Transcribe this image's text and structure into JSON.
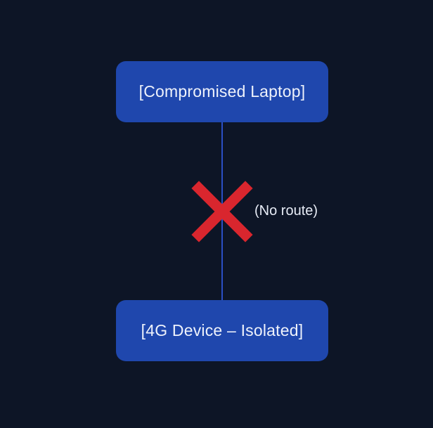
{
  "diagram": {
    "nodes": [
      {
        "id": "compromised-laptop",
        "label": "[Compromised Laptop]"
      },
      {
        "id": "4g-device",
        "label": "[4G Device – Isolated]"
      }
    ],
    "edge": {
      "from": "compromised-laptop",
      "to": "4g-device",
      "status": "blocked",
      "label": "(No route)"
    },
    "colors": {
      "background": "#0d1526",
      "node_fill": "#1f47ad",
      "node_text": "#eef2fb",
      "connector": "#2b4fc4",
      "blocked_mark": "#d9262e",
      "label_text": "#e6ebf5"
    }
  }
}
